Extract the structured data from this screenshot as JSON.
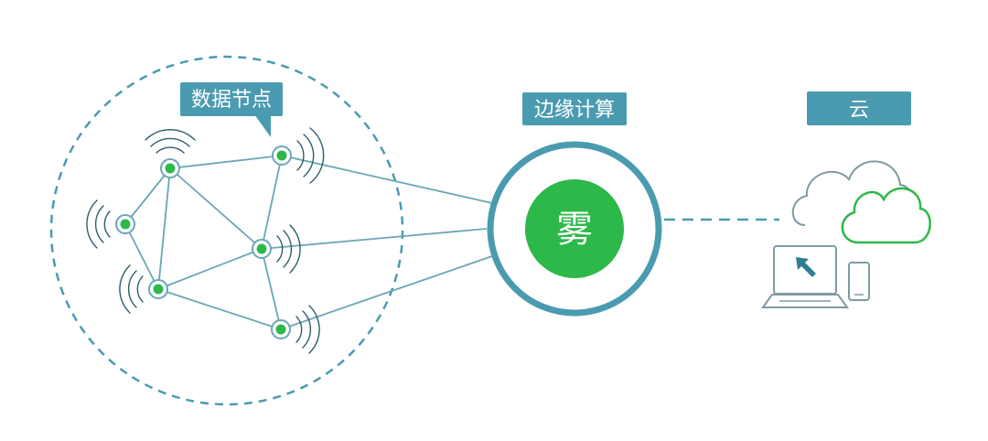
{
  "labels": {
    "data_nodes": "数据节点",
    "edge": "边缘计算",
    "cloud": "云",
    "fog": "雾"
  },
  "colors": {
    "teal": "#4a9bb0",
    "line": "#6aa7b5",
    "green": "#2db84a",
    "dark_wave": "#2f5e6b",
    "gray_outline": "#7f9aa3"
  },
  "icons": [
    "cloud-icon",
    "laptop-icon",
    "phone-icon",
    "cursor-icon",
    "signal-wave-icon"
  ]
}
